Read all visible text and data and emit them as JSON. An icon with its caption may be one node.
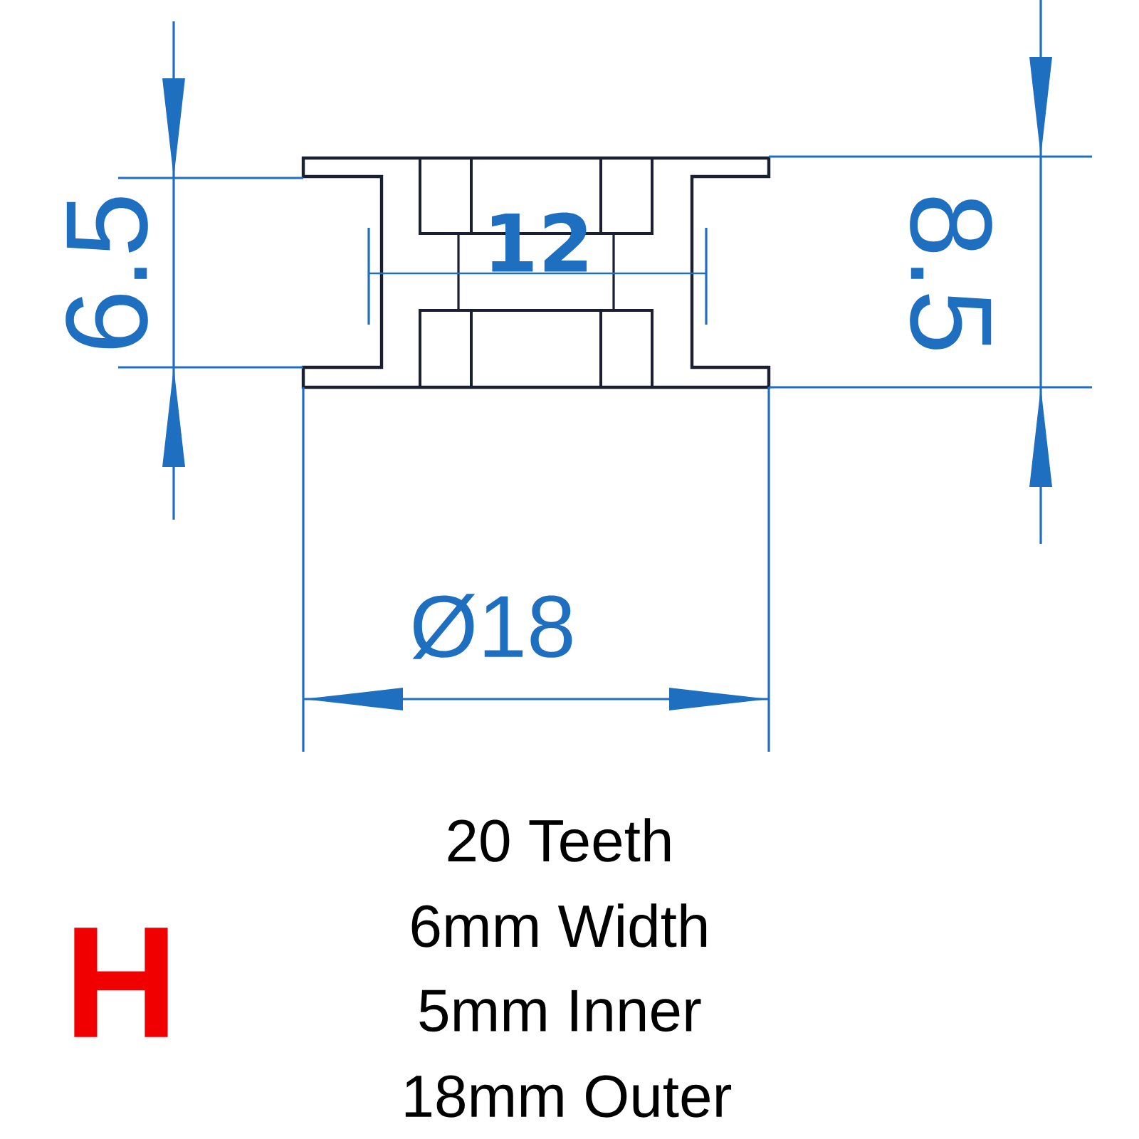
{
  "diagram": {
    "labels": [
      "6.5",
      "12",
      "8.5",
      "Ø18",
      "20 Teeth",
      "6mm Width",
      "5mm Inner",
      "18mm Outer",
      "H"
    ]
  }
}
